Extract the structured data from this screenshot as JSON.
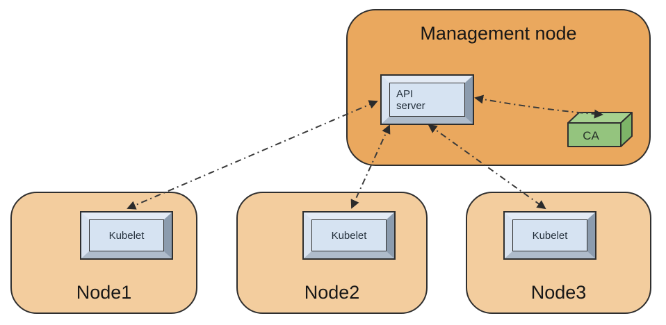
{
  "diagram": {
    "management_node": {
      "title": "Management node",
      "api_server_label": "API server",
      "ca_label": "CA"
    },
    "worker_nodes": [
      {
        "name": "Node1",
        "component_label": "Kubelet"
      },
      {
        "name": "Node2",
        "component_label": "Kubelet"
      },
      {
        "name": "Node3",
        "component_label": "Kubelet"
      }
    ],
    "connections": [
      {
        "from": "api-server",
        "to": "kubelet-node1",
        "style": "dash-dot",
        "bidirectional": true
      },
      {
        "from": "api-server",
        "to": "kubelet-node2",
        "style": "dash-dot",
        "bidirectional": true
      },
      {
        "from": "api-server",
        "to": "kubelet-node3",
        "style": "dash-dot",
        "bidirectional": true
      },
      {
        "from": "api-server",
        "to": "ca",
        "style": "dash-dot",
        "bidirectional": true
      }
    ],
    "colors": {
      "management_fill": "#EAA85E",
      "node_fill": "#F3CD9E",
      "box_face": "#D6E3F2",
      "ca_front": "#94C47E",
      "ca_top": "#A6D18F",
      "ca_side": "#7DB468",
      "line_color": "#3A3A3A"
    }
  }
}
